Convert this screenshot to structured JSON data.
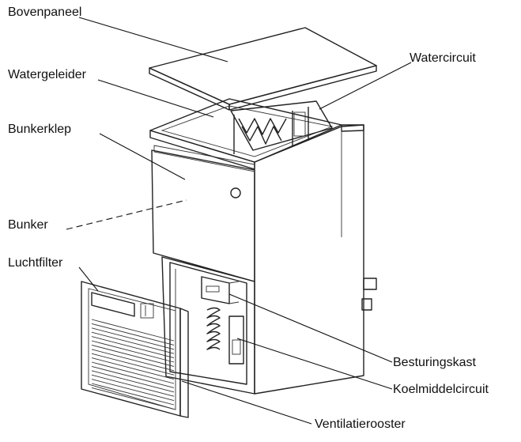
{
  "labels": {
    "bovenpaneel": "Bovenpaneel",
    "watergeleider": "Watergeleider",
    "bunkerklep": "Bunkerklep",
    "bunker": "Bunker",
    "luchtfilter": "Luchtfilter",
    "watercircuit": "Watercircuit",
    "besturingskast": "Besturingskast",
    "koelmiddelcircuit": "Koelmiddelcircuit",
    "ventilatierooster": "Ventilatierooster"
  },
  "colors": {
    "line": "#222222",
    "shade": "#e6e6e6",
    "panel": "#f4f4f4"
  }
}
